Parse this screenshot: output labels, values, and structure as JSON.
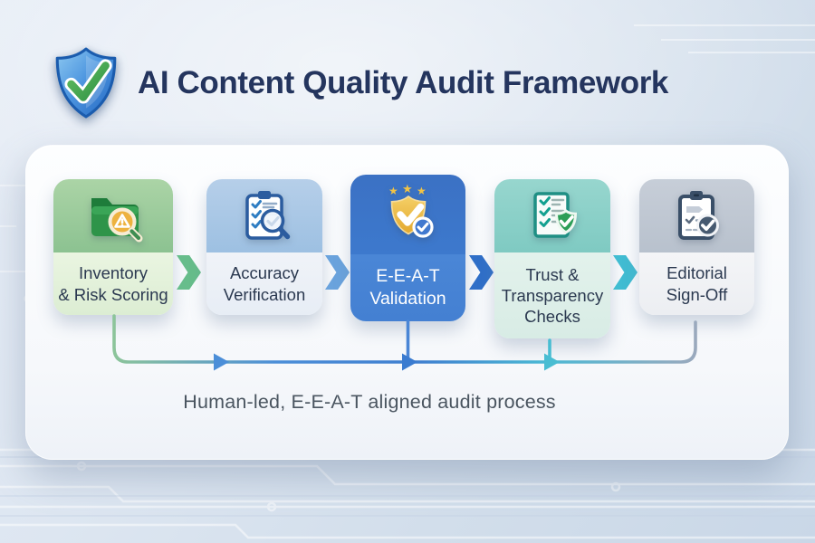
{
  "header": {
    "title": "AI Content Quality Audit Framework",
    "logo_icon": "shield-check-icon"
  },
  "steps": [
    {
      "id": 1,
      "lines": [
        "Inventory",
        "& Risk Scoring"
      ],
      "icon": "folder-risk-magnifier-icon",
      "accent_color": "#8cc291",
      "body_color": "#e3f1da",
      "text_color": "#2b3950"
    },
    {
      "id": 2,
      "lines": [
        "Accuracy",
        "Verification"
      ],
      "icon": "checklist-magnifier-icon",
      "accent_color": "#9dc0e2",
      "body_color": "#edf1f7",
      "text_color": "#2b3950"
    },
    {
      "id": 3,
      "lines": [
        "E-E-A-T",
        "Validation"
      ],
      "icon": "gold-shield-stars-icon",
      "accent_color": "#3b71c4",
      "body_color": "#4a86d6",
      "text_color": "#ffffff",
      "highlighted": true
    },
    {
      "id": 4,
      "lines": [
        "Trust &",
        "Transparency",
        "Checks"
      ],
      "icon": "document-shield-icon",
      "accent_color": "#7fcac2",
      "body_color": "#def0ea",
      "text_color": "#2b3950"
    },
    {
      "id": 5,
      "lines": [
        "Editorial",
        "Sign-Off"
      ],
      "icon": "clipboard-signoff-icon",
      "accent_color": "#b8c1cd",
      "body_color": "#f3f4f6",
      "text_color": "#2b3950"
    }
  ],
  "connectors": {
    "chevron_colors": [
      "#67bd8b",
      "#6aa3dd",
      "#2f6fc8",
      "#41bcd2"
    ],
    "flow_line_gradient": [
      "#8cc49a",
      "#4b8ed8",
      "#3f7ecf",
      "#4ab8d4",
      "#9aa9bd"
    ]
  },
  "caption": {
    "text": "Human-led, E-E-A-T aligned audit process"
  }
}
